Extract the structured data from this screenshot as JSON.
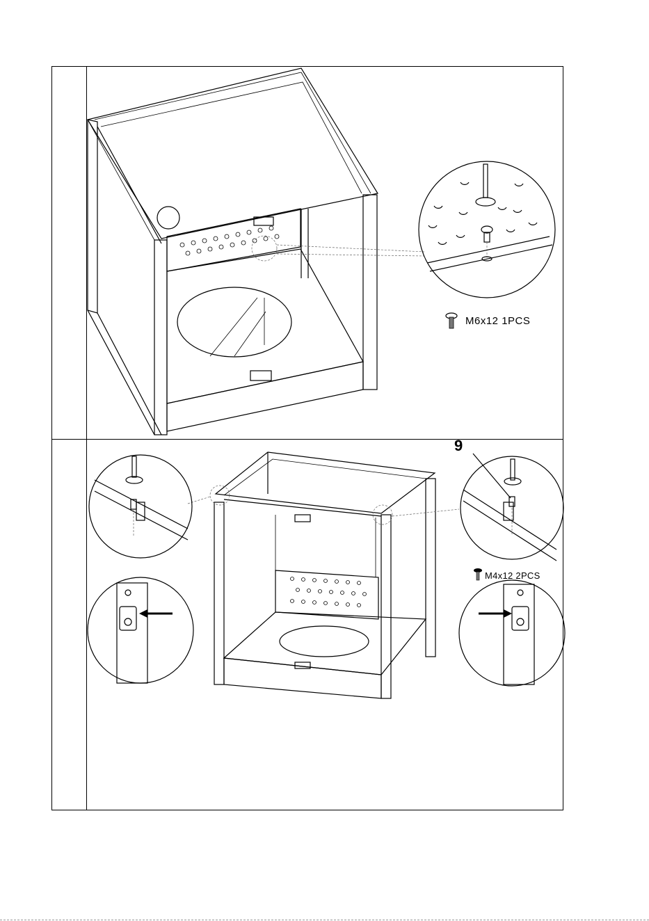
{
  "step1": {
    "screw_label": "M6x12   1PCS",
    "screw_icon": "screw-icon"
  },
  "step2": {
    "callout_number": "9",
    "screw_label": "M4x12   2PCS",
    "screw_icon": "screw-icon",
    "arrow_icon": "arrow-right-icon"
  }
}
